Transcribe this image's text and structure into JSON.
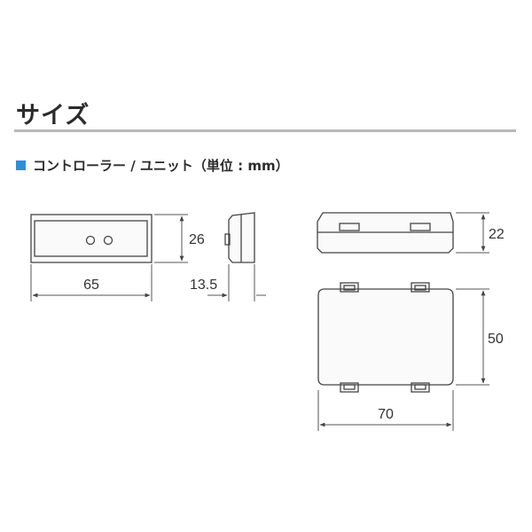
{
  "heading": {
    "title": "サイズ"
  },
  "section": {
    "label": "コントローラー / ユニット（単位 : mm）",
    "marker_color": "#2f8fd6"
  },
  "dimensions": {
    "controller_width": "65",
    "controller_height": "26",
    "controller_depth": "13.5",
    "unit_height": "22",
    "unit_depth": "50",
    "unit_width": "70"
  }
}
